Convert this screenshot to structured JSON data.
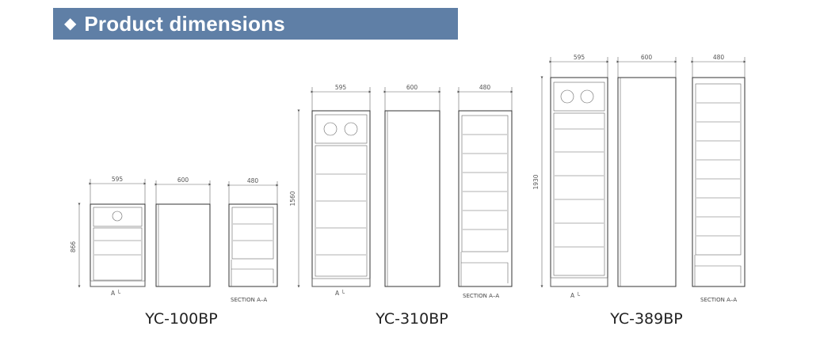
{
  "banner": {
    "icon": "diamond-bullet-icon",
    "title": "Product dimensions",
    "color": "#5f7fa6"
  },
  "products": [
    {
      "model": "YC-100BP",
      "front_width": "595",
      "side_depth": "600",
      "section_depth": "480",
      "height": "866",
      "section_label": "SECTION   A–A",
      "front_mark": "A  └"
    },
    {
      "model": "YC-310BP",
      "front_width": "595",
      "side_depth": "600",
      "section_depth": "480",
      "height": "1560",
      "section_label": "SECTION   A–A",
      "front_mark": "A  └"
    },
    {
      "model": "YC-389BP",
      "front_width": "595",
      "side_depth": "600",
      "section_depth": "480",
      "height": "1930",
      "section_label": "SECTION   A–A",
      "front_mark": "A  └"
    }
  ]
}
